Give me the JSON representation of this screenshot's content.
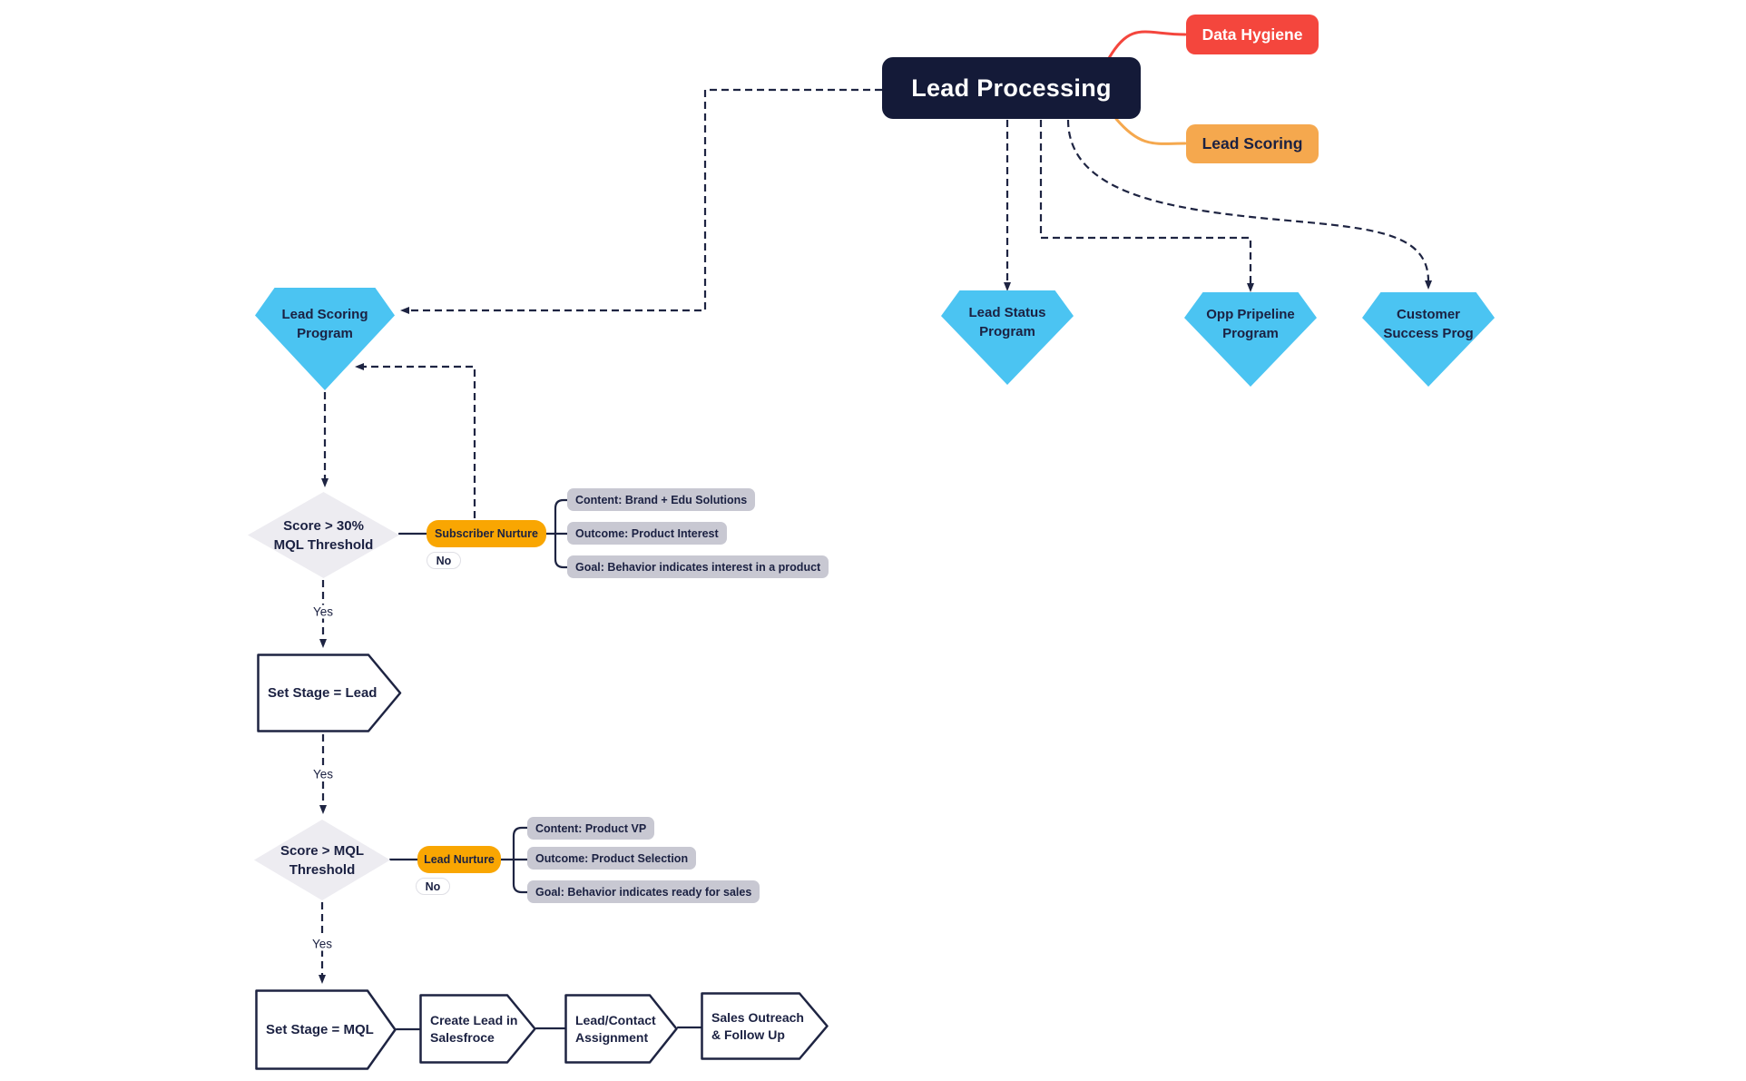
{
  "root": {
    "label": "Lead Processing"
  },
  "badges": {
    "data_hygiene": "Data Hygiene",
    "lead_scoring": "Lead Scoring"
  },
  "scoring_gem": {
    "line1": "Lead Scoring",
    "line2": "Program"
  },
  "programs": [
    {
      "line1": "Lead Status",
      "line2": "Program"
    },
    {
      "line1": "Opp Pripeline",
      "line2": "Program"
    },
    {
      "line1": "Customer",
      "line2": "Success Prog"
    }
  ],
  "decision1": {
    "line1": "Score > 30%",
    "line2": "MQL Threshold",
    "action": "Subscriber Nurture",
    "chips": [
      "Content: Brand + Edu Solutions",
      "Outcome: Product Interest",
      "Goal: Behavior indicates interest in a product"
    ]
  },
  "decision2": {
    "line1": "Score > MQL",
    "line2": "Threshold",
    "action": "Lead Nurture",
    "chips": [
      "Content: Product VP",
      "Outcome: Product Selection",
      "Goal: Behavior indicates ready for sales"
    ]
  },
  "stage_lead": {
    "label": "Set Stage = Lead"
  },
  "final_steps": [
    {
      "line1": "Set Stage = MQL",
      "line2": ""
    },
    {
      "line1": "Create Lead in",
      "line2": "Salesfroce"
    },
    {
      "line1": "Lead/Contact",
      "line2": "Assignment"
    },
    {
      "line1": "Sales Outreach",
      "line2": "& Follow Up"
    }
  ],
  "labels": {
    "yes": "Yes",
    "no": "No"
  },
  "colors": {
    "navy_text": "#1B2142",
    "edge_navy": "#1E2442",
    "root_bg": "#141A38",
    "red": "#F4463D",
    "orange_badge": "#F5A84E",
    "orange_action": "#F9A602",
    "blue_gem": "#4BC4F2",
    "gray_diamond": "#EDECF1",
    "gray_chip": "#C8C8D2"
  }
}
